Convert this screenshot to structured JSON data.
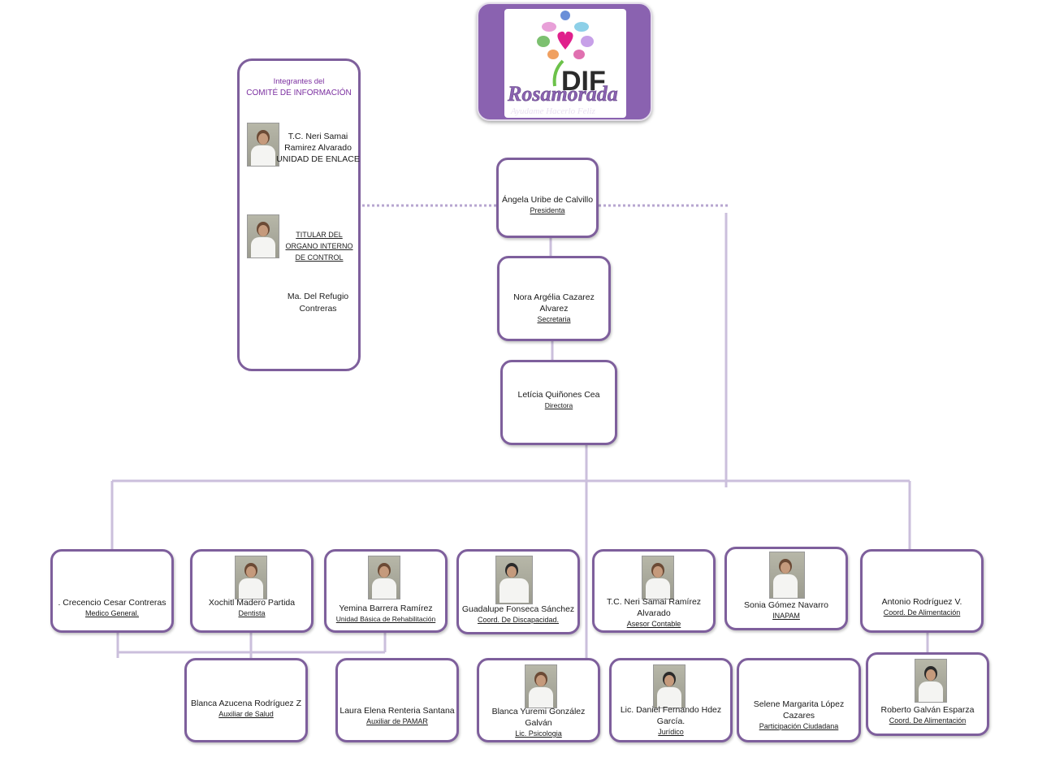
{
  "logo": {
    "title": "DIF",
    "subtitle": "Rosamorada",
    "slogan": "Ayudame Hacerlo Feliz"
  },
  "committee": {
    "heading": "Integrantes del",
    "title": "COMITÉ DE INFORMACIÓN",
    "member1_name": "T.C. Neri  Samai Ramirez Alvarado",
    "member1_role": "UNIDAD DE ENLACE",
    "member2_role": "TITULAR DEL ORGANO INTERNO DE CONTROL",
    "member2_name": "Ma. Del Refugio Contreras"
  },
  "presidenta": {
    "name": "Ángela Uribe de Calvillo",
    "role": "Presidenta"
  },
  "secretaria": {
    "name": "Nora Argélia Cazarez Alvarez",
    "role": "Secretaria"
  },
  "directora": {
    "name": "Letícia Quiñones Cea",
    "role": "Directora"
  },
  "staff": [
    {
      "name": ". Crecencio  Cesar Contreras",
      "role": "Medico General."
    },
    {
      "name": "Xochitl Madero Partida",
      "role": "Dentista"
    },
    {
      "name": "Yemina Barrera Ramírez",
      "role": "Unidad Básica de Rehabilitación"
    },
    {
      "name": "Guadalupe Fonseca Sánchez",
      "role": "Coord. De Discapacidad."
    },
    {
      "name": "T.C. Neri Samai Ramírez Alvarado",
      "role": "Asesor Contable"
    },
    {
      "name": "Sonia Gómez Navarro",
      "role": "INAPAM"
    },
    {
      "name": "Antonio  Rodríguez  V.",
      "role": "Coord. De Alimentación"
    }
  ],
  "assistants": [
    {
      "name": "Blanca Azucena Rodríguez Z",
      "role": "Auxiliar de Salud"
    },
    {
      "name": "Laura Elena Renteria Santana",
      "role": "Auxiliar de PAMAR"
    },
    {
      "name": "Blanca Yuremi González Galván",
      "role": "Lic. Psicologia"
    },
    {
      "name": "Lic. Daniel Fernando  Hdez García.",
      "role": "Jurídico"
    },
    {
      "name": "Selene Margarita López Cazares",
      "role": "Participación Ciudadana"
    },
    {
      "name": "Roberto  Galván Esparza",
      "role": "Coord. De Alimentación"
    }
  ],
  "colors": {
    "border": "#7e5f9c",
    "connector": "#cbbfdc",
    "dotted": "#b7a6d0",
    "accent": "#7b2fa0"
  }
}
